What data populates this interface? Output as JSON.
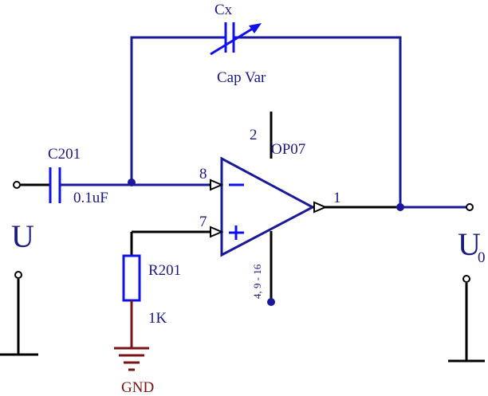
{
  "labels": {
    "cx": "Cx",
    "cap_var": "Cap Var",
    "c201": "C201",
    "c201_value": "0.1uF",
    "opamp": "OP07",
    "pin_2": "2",
    "pin_8": "8",
    "pin_7": "7",
    "pin_1": "1",
    "pin_ground": "4, 9 - 16",
    "minus": "−",
    "plus": "+",
    "r201": "R201",
    "r201_value": "1K",
    "gnd": "GND",
    "input": "U",
    "output_main": "U",
    "output_sub": "0"
  },
  "colors": {
    "wire": "#1a1a99",
    "component": "#1010ee",
    "ground": "#7a1414",
    "text": "#1a1a80"
  }
}
